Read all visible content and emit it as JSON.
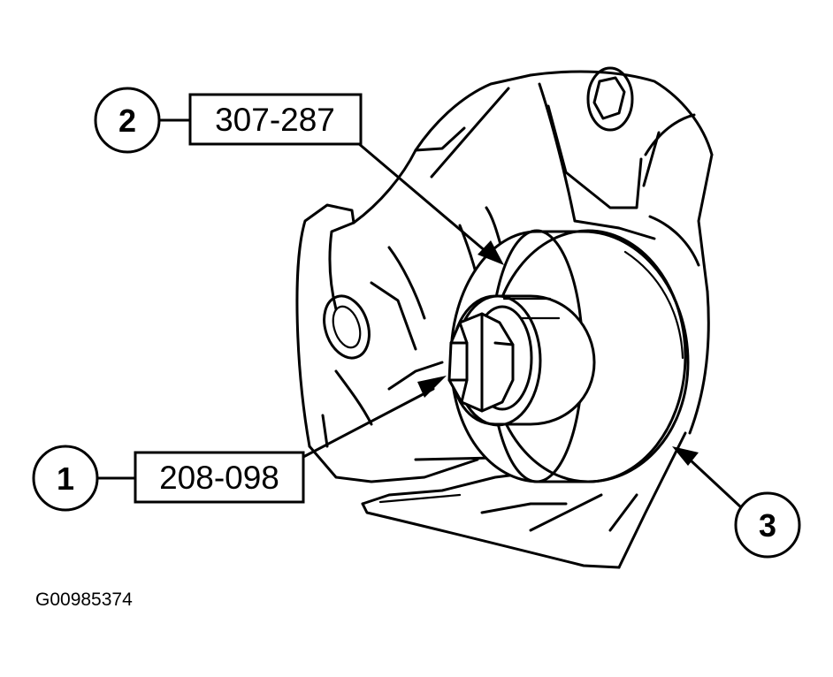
{
  "callouts": [
    {
      "number": "1",
      "tool": "208-098"
    },
    {
      "number": "2",
      "tool": "307-287"
    },
    {
      "number": "3"
    }
  ],
  "figure_id": "G00985374"
}
